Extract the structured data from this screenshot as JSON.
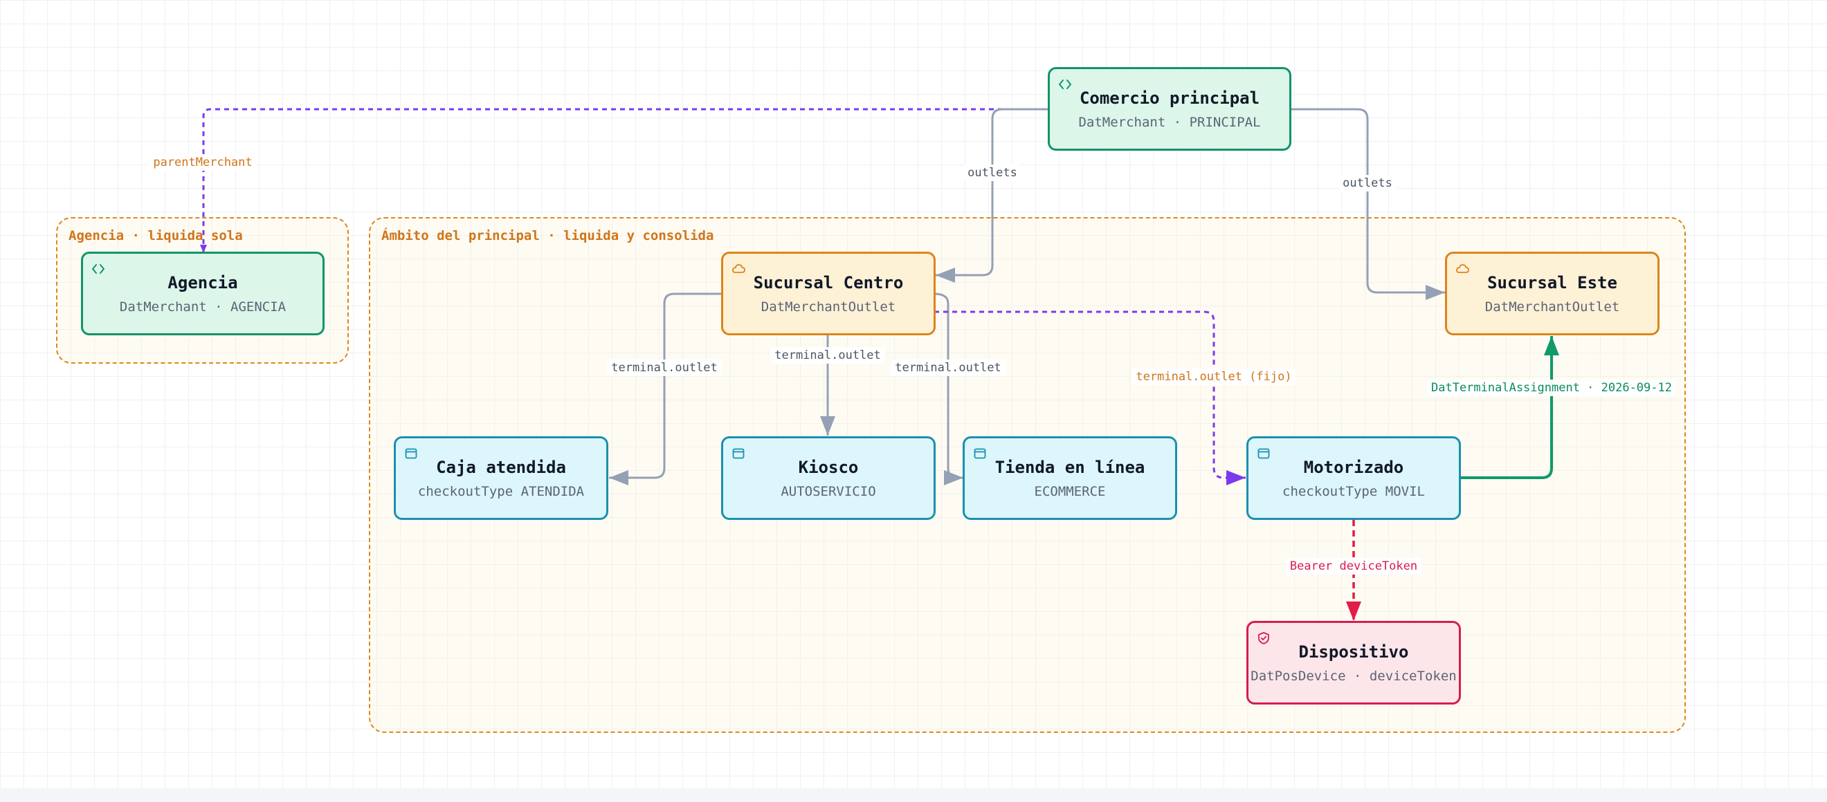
{
  "groups": {
    "agency": {
      "label": "Agencia · liquida sola"
    },
    "principal": {
      "label": "Ámbito del principal · liquida y consolida"
    }
  },
  "nodes": {
    "comercio_principal": {
      "title": "Comercio principal",
      "subtitle": "DatMerchant · PRINCIPAL",
      "icon": "code-icon"
    },
    "agencia": {
      "title": "Agencia",
      "subtitle": "DatMerchant · AGENCIA",
      "icon": "code-icon"
    },
    "sucursal_centro": {
      "title": "Sucursal Centro",
      "subtitle": "DatMerchantOutlet",
      "icon": "cloud-icon"
    },
    "sucursal_este": {
      "title": "Sucursal Este",
      "subtitle": "DatMerchantOutlet",
      "icon": "cloud-icon"
    },
    "caja_atendida": {
      "title": "Caja atendida",
      "subtitle": "checkoutType ATENDIDA",
      "icon": "window-icon"
    },
    "kiosco": {
      "title": "Kiosco",
      "subtitle": "AUTOSERVICIO",
      "icon": "window-icon"
    },
    "tienda_en_linea": {
      "title": "Tienda en línea",
      "subtitle": "ECOMMERCE",
      "icon": "window-icon"
    },
    "motorizado": {
      "title": "Motorizado",
      "subtitle": "checkoutType MOVIL",
      "icon": "window-icon"
    },
    "dispositivo": {
      "title": "Dispositivo",
      "subtitle": "DatPosDevice · deviceToken",
      "icon": "shield-check-icon"
    }
  },
  "edges": {
    "parent_merchant": "parentMerchant",
    "outlets_centro": "outlets",
    "outlets_este": "outlets",
    "terminal_caja": "terminal.outlet",
    "terminal_kiosco": "terminal.outlet",
    "terminal_tienda": "terminal.outlet",
    "terminal_fijo": "terminal.outlet (fijo)",
    "assignment": "DatTerminalAssignment · 2026-09-12",
    "bearer": "Bearer deviceToken"
  },
  "colors": {
    "gray_edge": "#94a0b4",
    "purple_edge": "#7c3aed",
    "green_edge": "#0e9a6a",
    "red_edge": "#e11d48"
  }
}
